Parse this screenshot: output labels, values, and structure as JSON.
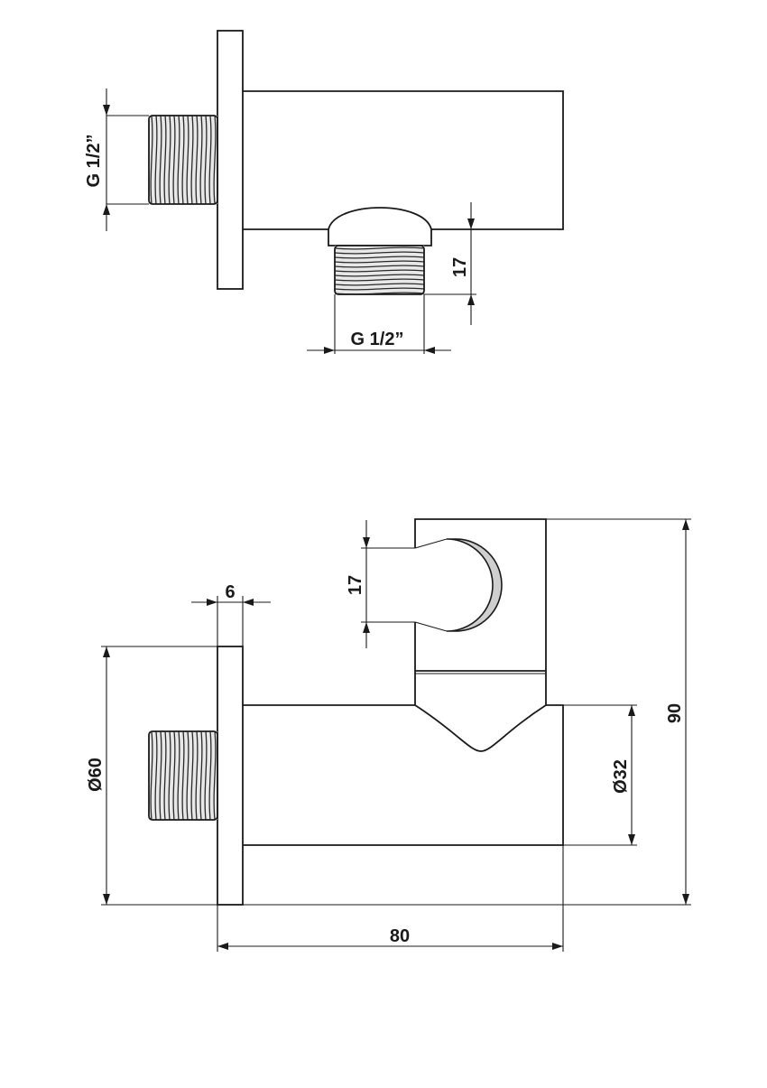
{
  "top_view": {
    "thread_left_label": "G 1/2”",
    "thread_bottom_label": "G 1/2”",
    "dim_outlet_height": "17"
  },
  "front_view": {
    "dim_plate_thickness": "6",
    "dim_holder_opening": "17",
    "dim_plate_diameter": "Ø60",
    "dim_body_diameter": "Ø32",
    "dim_total_height": "90",
    "dim_total_length": "80"
  }
}
